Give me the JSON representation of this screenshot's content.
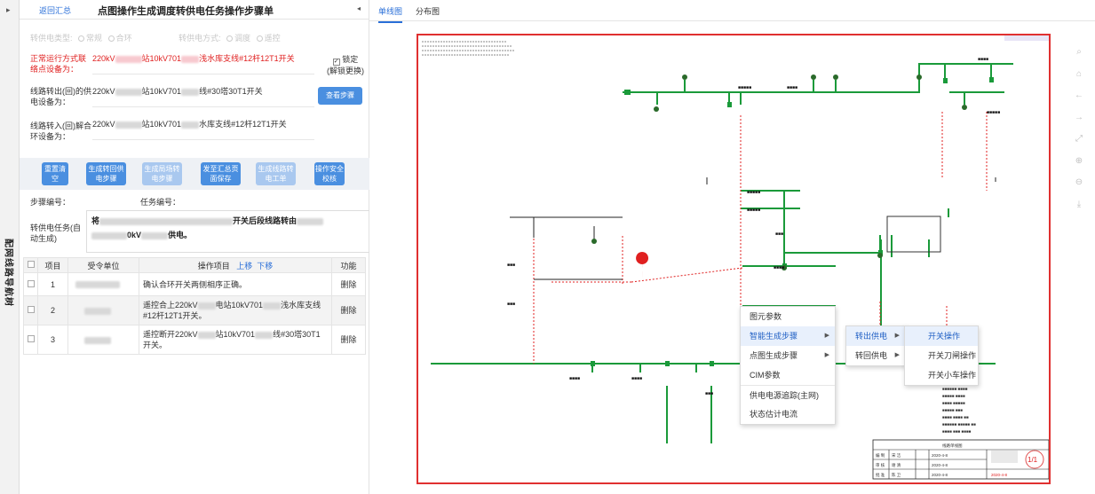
{
  "sidebar": {
    "collapsed_label": "配网线路导航树"
  },
  "header": {
    "back_link": "返回汇总",
    "title": "点图操作生成调度转供电任务操作步骤单"
  },
  "mode": {
    "method_label": "转供电类型:",
    "method_options": [
      "常规",
      "合环"
    ],
    "transfer_label": "转供电方式:",
    "transfer_options": [
      "调度",
      "遥控"
    ]
  },
  "fields": {
    "contact_label": "正常运行方式联络点设备为：",
    "contact_value_a": "220kV",
    "contact_value_b": "站10kV701",
    "contact_value_c": "浅水库支线#12杆12T1开关",
    "lock_label": "锁定",
    "unlock_label": "(解锁更换)",
    "out_label": "线路转出(回)的供电设备为：",
    "out_value_a": "220kV",
    "out_value_b": "站10kV701",
    "out_value_c": "线#30塔30T1开关",
    "view_steps_button": "查看步骤",
    "in_label": "线路转入(回)解合环设备为：",
    "in_value_a": "220kV",
    "in_value_b": "站10kV701",
    "in_value_c": "水库支线#12杆12T1开关"
  },
  "actions": [
    {
      "label": "重置清空",
      "style": "blue"
    },
    {
      "label": "生成转回供电步骤",
      "style": "blue"
    },
    {
      "label": "生成局场转电步骤",
      "style": "light"
    },
    {
      "label": "发至汇总页面保存",
      "style": "blue"
    },
    {
      "label": "生成线路转电工单",
      "style": "light"
    },
    {
      "label": "操作安全校核",
      "style": "blue"
    }
  ],
  "step_number_label": "步骤编号：",
  "task_number_label": "任务编号：",
  "task": {
    "label": "转供电任务(自动生成)",
    "text_line1": "将",
    "text_line1_end": "开关后段线路转由",
    "text_line2": "0kV",
    "text_line2_end": "供电。"
  },
  "table": {
    "headers": {
      "index": "项目",
      "unit": "受令单位",
      "operation": "操作项目",
      "move_up": "上移",
      "move_down": "下移",
      "function": "功能"
    },
    "rows": [
      {
        "index": "1",
        "operation": "确认合环开关两侧相序正确。",
        "action": "删除"
      },
      {
        "index": "2",
        "operation_a": "遥控合上220kV",
        "operation_b": "电站10kV701",
        "operation_c": "浅水库支线#12杆12T1开关。",
        "action": "删除"
      },
      {
        "index": "3",
        "operation_a": "遥控断开220kV",
        "operation_b": "站10kV701",
        "operation_c": "线#30塔30T1开关。",
        "action": "删除"
      }
    ]
  },
  "right": {
    "tabs": [
      "单线图",
      "分布图"
    ],
    "active_tab": "单线图",
    "page_indicator": "1/1",
    "toolbar_icons": [
      "search-icon",
      "home-icon",
      "back-arrow-icon",
      "forward-arrow-icon",
      "fit-screen-icon",
      "zoom-in-icon",
      "zoom-out-icon",
      "download-icon"
    ]
  },
  "context_menu": {
    "items": [
      "图元参数",
      "智能生成步骤",
      "点图生成步骤",
      "CIM参数",
      "供电电源追踪(主网)",
      "状态估计电流"
    ],
    "highlighted": "智能生成步骤"
  },
  "submenu_1": {
    "items": [
      "转出供电",
      "转回供电"
    ],
    "highlighted": "转出供电"
  },
  "submenu_2": {
    "items": [
      "开关操作",
      "开关刀闸操作",
      "开关小车操作"
    ],
    "highlighted": "开关操作"
  },
  "diagram": {
    "title_block": {
      "title": "线路单线图",
      "rows": [
        [
          "编 制",
          "宋 洁"
        ],
        [
          "审 核",
          "谢 清"
        ],
        [
          "批 准",
          "陈 卫"
        ]
      ],
      "dates": [
        "2020-4-8",
        "2020-4-8",
        "2020-4-8"
      ],
      "footer": "2020-4-8"
    }
  },
  "colors": {
    "accent": "#2a6fd8",
    "warning_red": "#e02020",
    "line_green": "#1a9a3a",
    "canvas_border": "#e03030"
  }
}
